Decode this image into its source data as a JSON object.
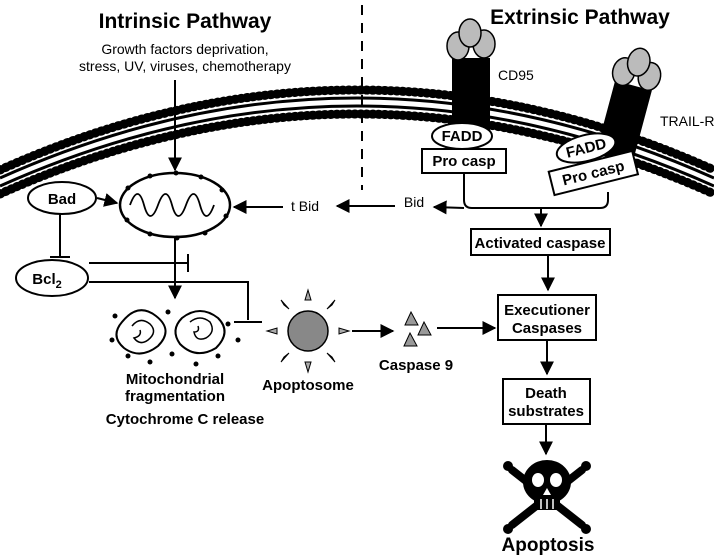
{
  "intrinsic": {
    "title": "Intrinsic Pathway",
    "stimuli_line1": "Growth factors deprivation,",
    "stimuli_line2": "stress, UV, viruses, chemotherapy"
  },
  "extrinsic": {
    "title": "Extrinsic Pathway",
    "receptor1": "CD95",
    "receptor2": "TRAIL-R",
    "adaptor": "FADD",
    "pro_caspase": "Pro casp"
  },
  "nodes": {
    "bad": "Bad",
    "bcl2_base": "Bcl",
    "bcl2_sub": "2",
    "tbid": "t Bid",
    "bid": "Bid",
    "activated_caspase": "Activated caspase",
    "executioner_line1": "Executioner",
    "executioner_line2": "Caspases",
    "death_line1": "Death",
    "death_line2": "substrates",
    "apoptosome": "Apoptosome",
    "caspase9": "Caspase 9",
    "mito_frag_line1": "Mitochondrial",
    "mito_frag_line2": "fragmentation",
    "cytochrome": "Cytochrome C release",
    "apoptosis": "Apoptosis"
  }
}
